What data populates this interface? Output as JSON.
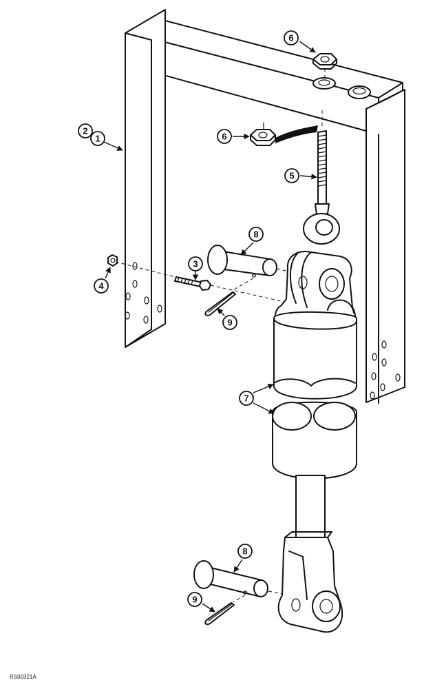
{
  "callouts": {
    "c1": "1",
    "c2": "2",
    "c3": "3",
    "c4": "4",
    "c5": "5",
    "c6a": "6",
    "c6b": "6",
    "c7": "7",
    "c8a": "8",
    "c8b": "8",
    "c9a": "9",
    "c9b": "9"
  },
  "reference_code": "RS00321A"
}
